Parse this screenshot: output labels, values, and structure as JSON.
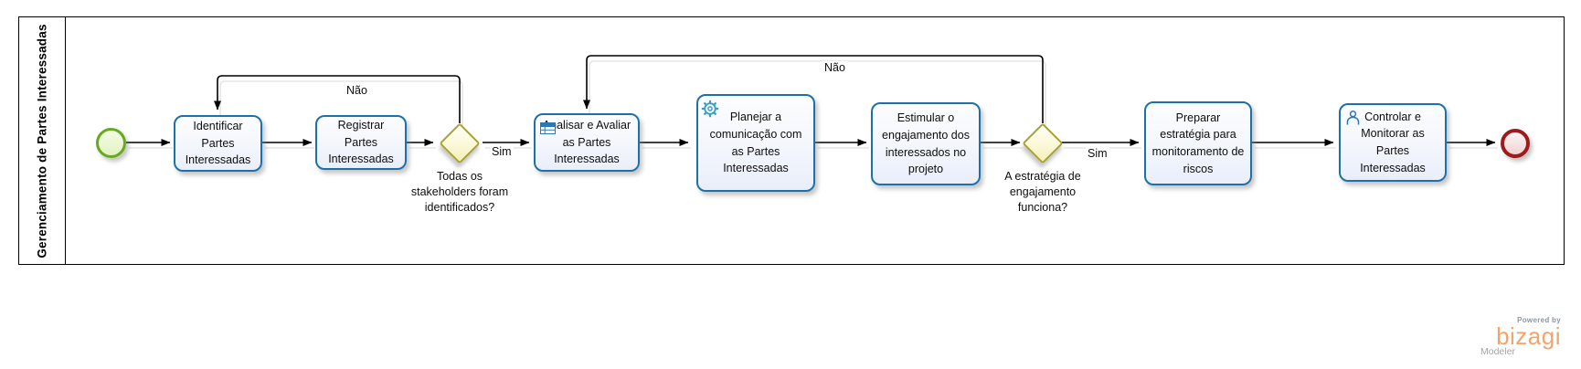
{
  "diagram": {
    "lane_title": "Gerenciamento de Partes Interessadas",
    "tasks": {
      "identificar": "Identificar Partes Interessadas",
      "registrar": "Registrar Partes Interessadas",
      "analisar": "Analisar e Avaliar as Partes Interessadas",
      "planejar": "Planejar a comunicação com as Partes Interessadas",
      "estimular": "Estimular o engajamento dos interessados no projeto",
      "preparar": "Preparar estratégia para monitoramento de riscos",
      "controlar": "Controlar e Monitorar as Partes Interessadas"
    },
    "gateways": {
      "gw1_question": "Todas os stakeholders foram identificados?",
      "gw2_question": "A estratégia de engajamento funciona?"
    },
    "flow_labels": {
      "gw1_yes": "Sim",
      "gw1_no": "Não",
      "gw2_yes": "Sim",
      "gw2_no": "Não"
    },
    "icons": {
      "analisar_icon": "business-rule-table-icon",
      "planejar_icon": "service-gear-icon",
      "controlar_icon": "user-icon"
    },
    "colors": {
      "task_border": "#1c71a9",
      "gateway_border": "#a8a232",
      "start_event_border": "#67aa21",
      "end_event_border": "#9f1b1b",
      "flow_line": "#000000"
    }
  },
  "branding": {
    "powered_by": "Powered by",
    "brand": "bizagi",
    "product": "Modeler",
    "brand_color": "#f2a46f"
  }
}
